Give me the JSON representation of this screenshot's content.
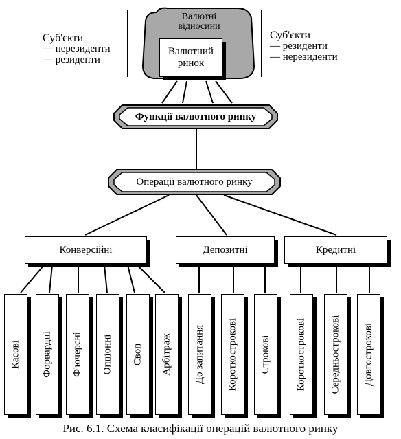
{
  "top": {
    "cloud_label": "Валютні відносини",
    "market_label": "Валютний ринок"
  },
  "left_subjects": {
    "title": "Суб'єкти",
    "items": [
      "— нерезиденти",
      "— резиденти"
    ]
  },
  "right_subjects": {
    "title": "Суб'єкти",
    "items": [
      "— резиденти",
      "— нерезиденти"
    ]
  },
  "functions_label": "Функції валютного ринку",
  "operations_label": "Операції валютного ринку",
  "groups": [
    {
      "label": "Конверсійні",
      "items": [
        "Касові",
        "Форвардні",
        "Ф'ючерсні",
        "Опціонні",
        "Своп",
        "Арбітраж"
      ]
    },
    {
      "label": "Депозитні",
      "items": [
        "До запитання",
        "Короткострокові",
        "Строкові"
      ]
    },
    {
      "label": "Кредитні",
      "items": [
        "Короткострокові",
        "Середньострокові",
        "Довгострокові"
      ]
    }
  ],
  "caption": "Рис. 6.1. Схема класифікації операцій валютного ринку"
}
